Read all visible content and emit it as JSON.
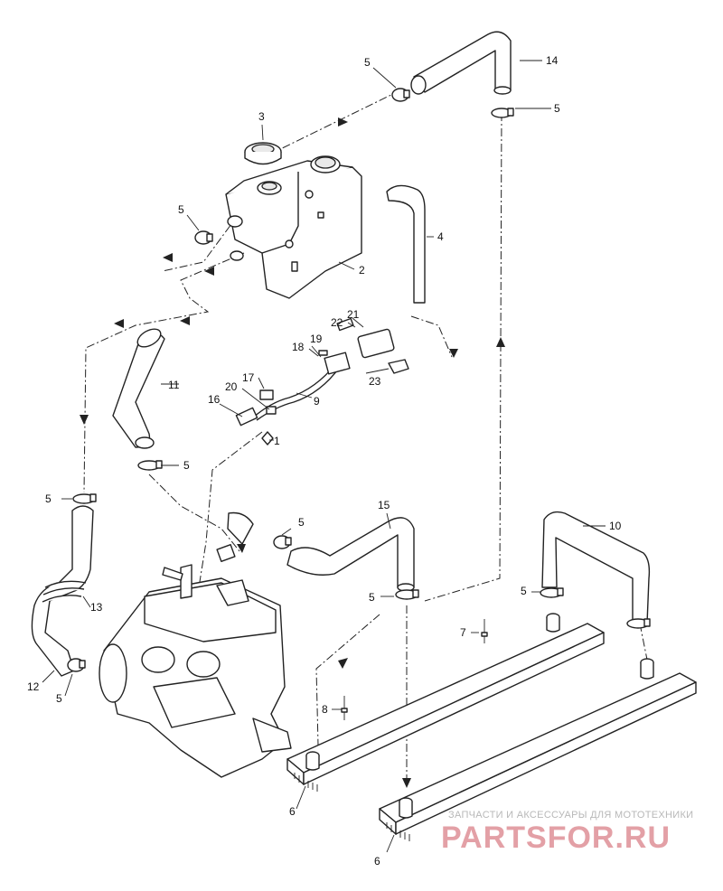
{
  "callouts": {
    "c1": "1",
    "c2": "2",
    "c3": "3",
    "c4": "4",
    "c5": "5",
    "c6": "6",
    "c7": "7",
    "c8": "8",
    "c9": "9",
    "c10": "10",
    "c11": "11",
    "c12": "12",
    "c13": "13",
    "c14": "14",
    "c15": "15",
    "c16": "16",
    "c17": "17",
    "c18": "18",
    "c19": "19",
    "c20": "20",
    "c21": "21",
    "c22": "22",
    "c23": "23"
  },
  "watermark": {
    "tagline": "ЗАПЧАСТИ И АКСЕССУАРЫ ДЛЯ МОТОТЕХНИКИ",
    "logo": "PARTSFOR.RU"
  },
  "colors": {
    "line": "#222222",
    "watermark": "#e3a0a6",
    "background": "#ffffff"
  }
}
